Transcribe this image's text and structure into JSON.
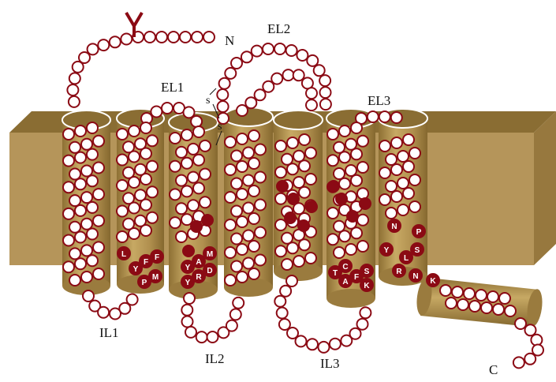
{
  "labels": {
    "n_term": "N",
    "c_term": "C",
    "el1": "EL1",
    "el2": "EL2",
    "el3": "EL3",
    "il1": "IL1",
    "il2": "IL2",
    "il3": "IL3",
    "disulfide_1": "s",
    "disulfide_2": "s"
  },
  "motif_residues": {
    "tm3": [
      "L",
      "Y",
      "F",
      "F",
      "P",
      "M"
    ],
    "tm4": [
      "Y",
      "A",
      "M",
      "Y",
      "R",
      "D"
    ],
    "tm6": [
      "T",
      "C",
      "S",
      "A",
      "F",
      "K"
    ],
    "tm7": [
      "N",
      "P",
      "Y",
      "L",
      "S",
      "R",
      "N"
    ],
    "helix8": [
      "K"
    ]
  },
  "colors": {
    "membrane": "#b5955a",
    "helix": "#a88a4c",
    "residue_stroke": "#8b0a14",
    "residue_fill": "#ffffff"
  }
}
